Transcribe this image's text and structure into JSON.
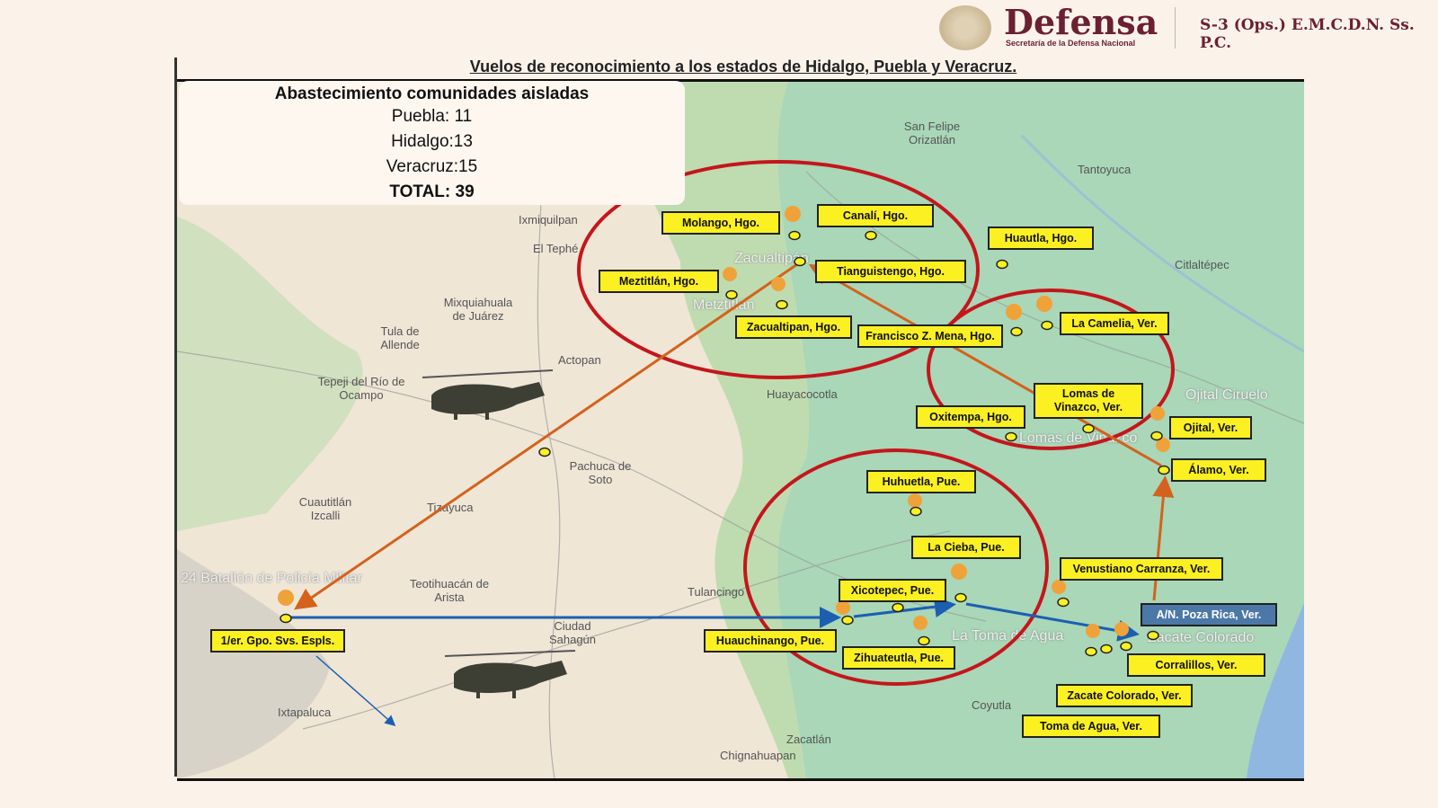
{
  "header": {
    "brand": "Defensa",
    "brand_subtitle": "Secretaría de la Defensa Nacional",
    "office": "S-3 (Ops.) E.M.C.D.N. Ss. P.C.",
    "title": "Vuelos de reconocimiento a los estados de Hidalgo, Puebla y Veracruz."
  },
  "info_box": {
    "heading": "Abastecimiento comunidades aisladas",
    "lines": [
      "Puebla: 11",
      "Hidalgo:13",
      "Veracruz:15"
    ],
    "total": "TOTAL: 39"
  },
  "colors": {
    "label_bg": "#fbf021",
    "circle": "#c4161c",
    "route_orange": "#d4621c",
    "route_blue": "#1c5fb0",
    "brand": "#6b1f33"
  },
  "labels": [
    "Molango, Hgo.",
    "Canalí, Hgo.",
    "Huautla, Hgo.",
    "Tianguistengo, Hgo.",
    "Meztitlán, Hgo.",
    "Zacualtipan, Hgo.",
    "Francisco Z. Mena, Hgo.",
    "La Camelia, Ver.",
    "Lomas de Vinazco, Ver.",
    "Oxitempa, Hgo.",
    "Ojital, Ver.",
    "Álamo, Ver.",
    "Huhuetla, Pue.",
    "La Cieba, Pue.",
    "Venustiano Carranza, Ver.",
    "Xicotepec, Pue.",
    "A/N. Poza Rica, Ver.",
    "1/er. Gpo. Svs. Espls.",
    "Huauchinango, Pue.",
    "Zihuateutla, Pue.",
    "Corralillos, Ver.",
    "Zacate Colorado, Ver.",
    "Toma de Agua, Ver."
  ],
  "places": [
    "Ixmiquilpan",
    "El Tephé",
    "Mixquiahuala de Juárez",
    "Tula de Allende",
    "Tepeji del Río de Ocampo",
    "Actopan",
    "Pachuca de Soto",
    "Cuautitlán Izcalli",
    "Tizayuca",
    "Teotihuacán de Arista",
    "Ciudad Sahagún",
    "Tulancingo",
    "Huayacocotla",
    "San Felipe Orizatlán",
    "Tantoyuca",
    "Citlaltépec",
    "Ixtapaluca",
    "Zacatlán",
    "Chignahuapan",
    "Coyutla",
    "Zacualtipán",
    "Metztitlán",
    "24 Batallón de Policía Militar",
    "Lomas de Vinazco",
    "Ojital Ciruelo",
    "La Toma de Agua",
    "Zacate Colorado"
  ]
}
